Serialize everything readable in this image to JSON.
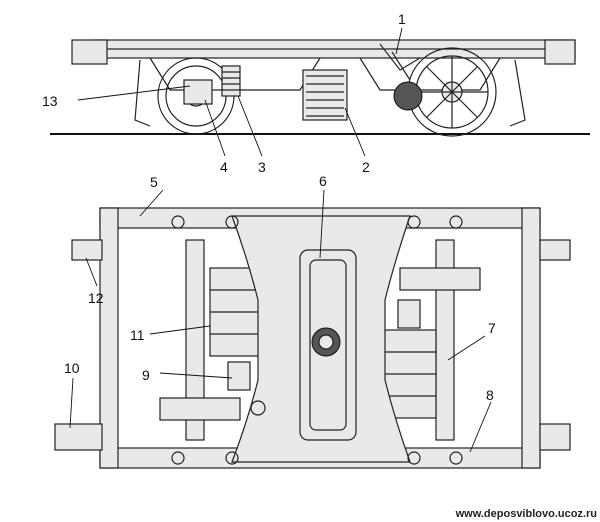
{
  "callouts": [
    {
      "id": "c1",
      "text": "1"
    },
    {
      "id": "c2",
      "text": "2"
    },
    {
      "id": "c3",
      "text": "3"
    },
    {
      "id": "c4",
      "text": "4"
    },
    {
      "id": "c5",
      "text": "5"
    },
    {
      "id": "c6",
      "text": "6"
    },
    {
      "id": "c7",
      "text": "7"
    },
    {
      "id": "c8",
      "text": "8"
    },
    {
      "id": "c9",
      "text": "9"
    },
    {
      "id": "c10",
      "text": "10"
    },
    {
      "id": "c11",
      "text": "11"
    },
    {
      "id": "c12",
      "text": "12"
    },
    {
      "id": "c13",
      "text": "13"
    }
  ],
  "watermark": "www.deposviblovo.ucoz.ru"
}
